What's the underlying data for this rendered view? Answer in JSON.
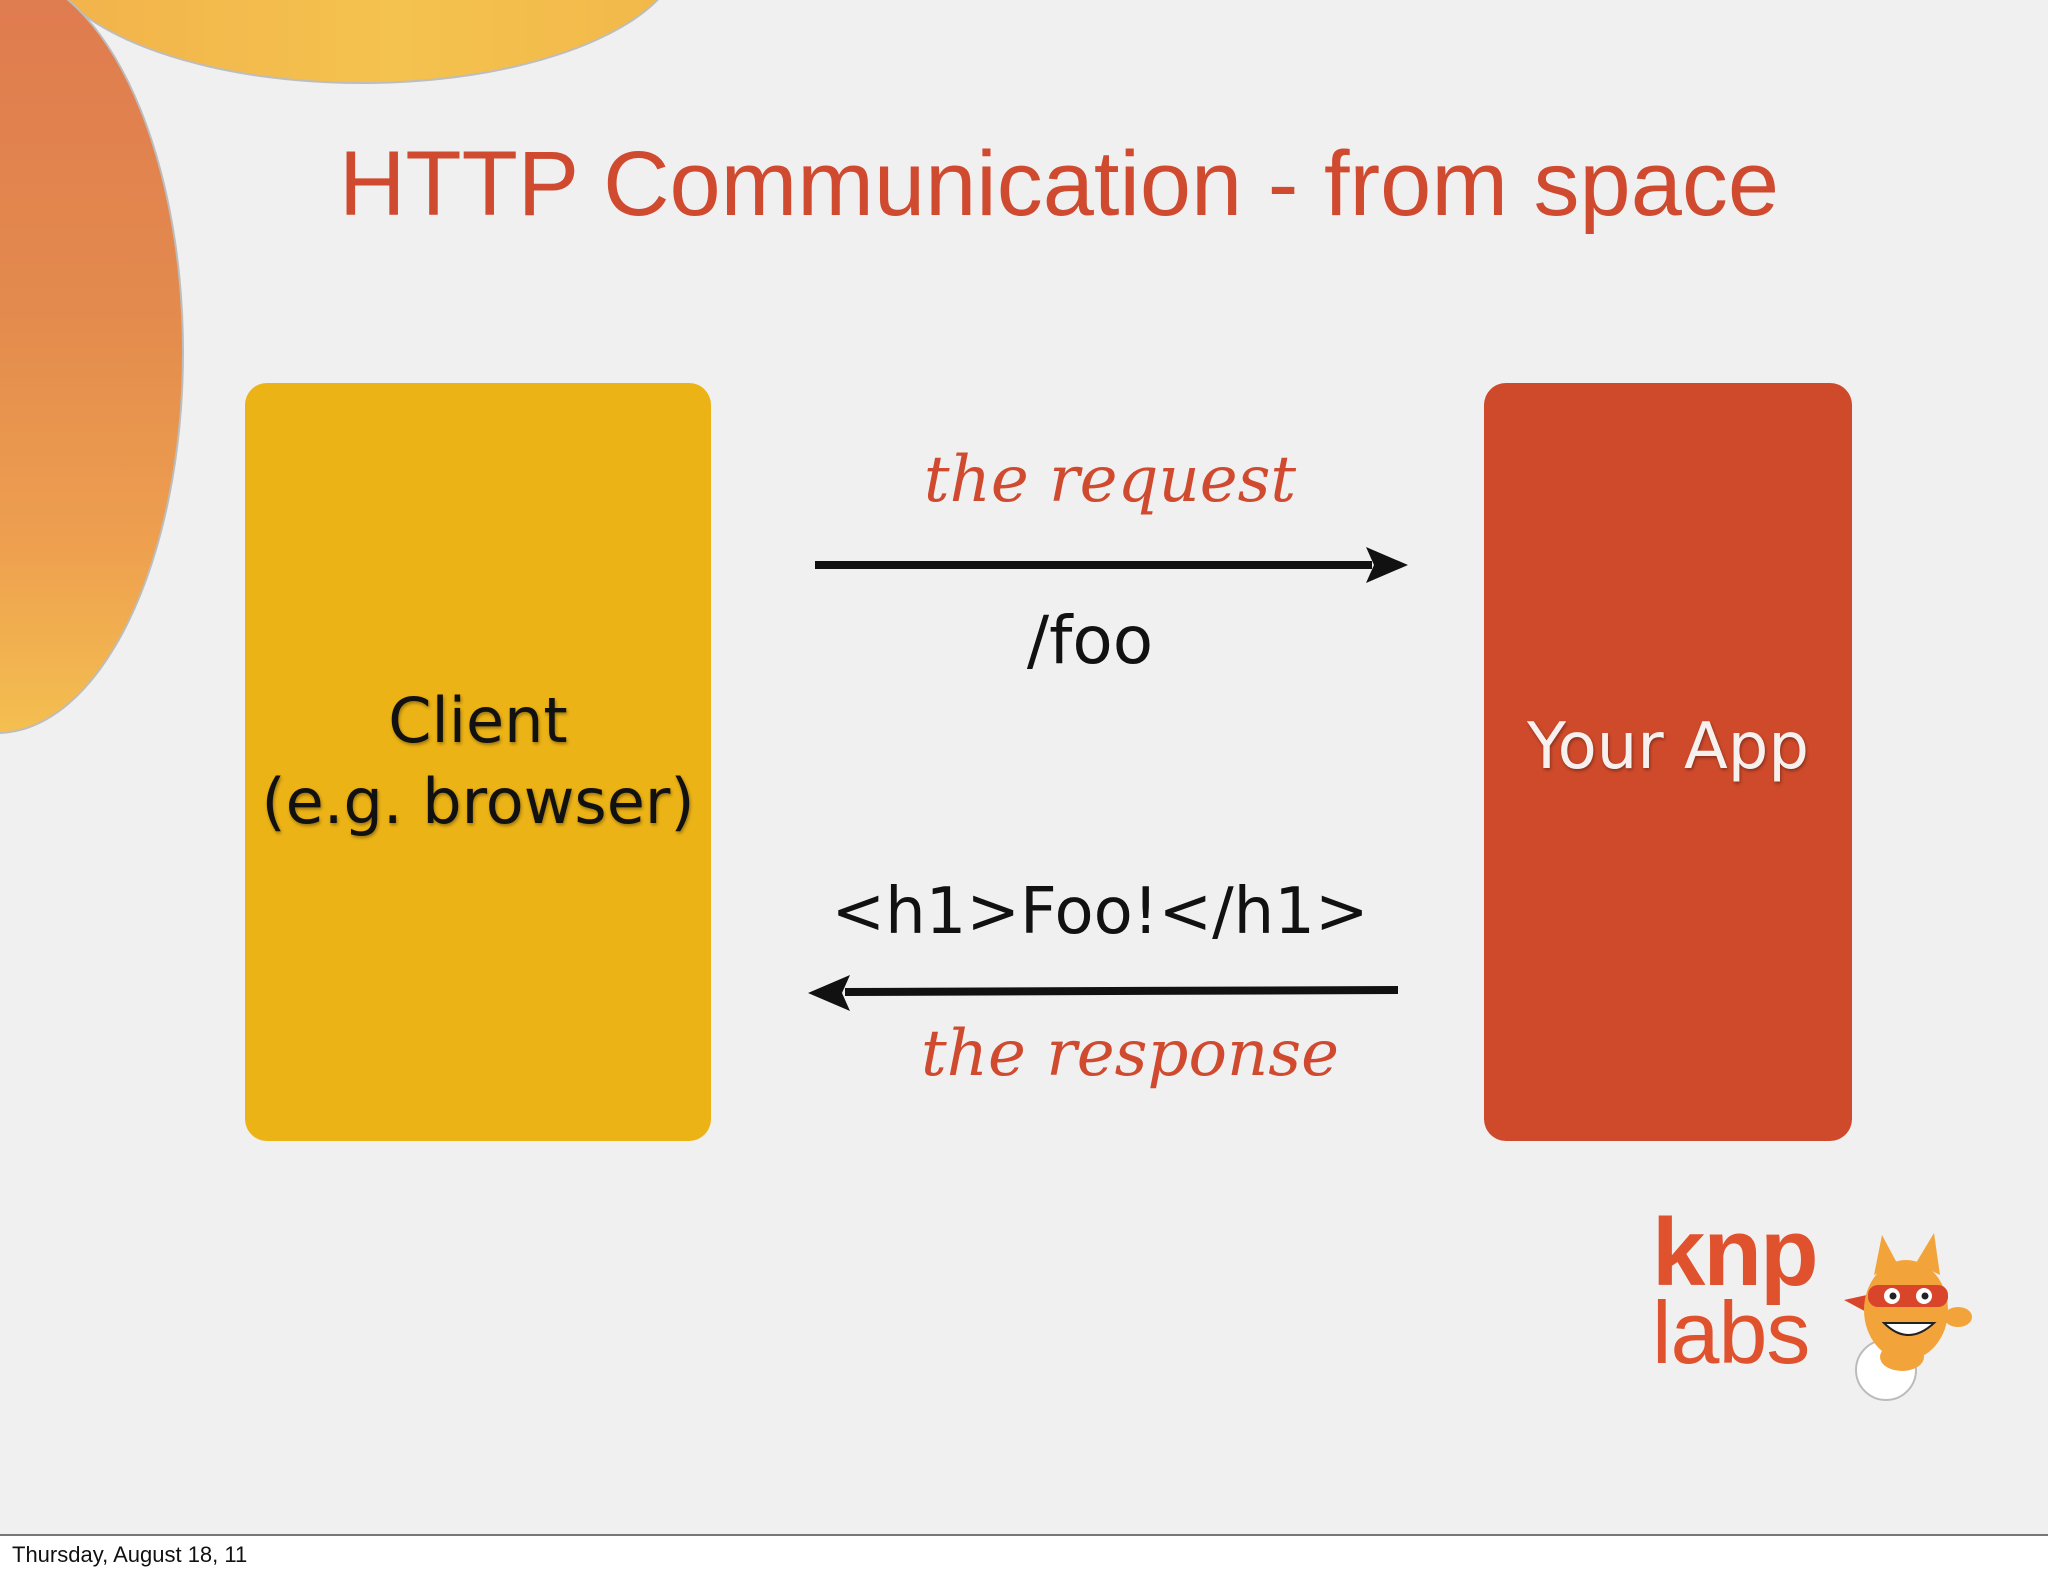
{
  "slide": {
    "title": "HTTP Communication - from space",
    "client_box": {
      "line1": "Client",
      "line2": "(e.g. browser)",
      "color": "#ecb316"
    },
    "app_box": {
      "label": "Your App",
      "color": "#cf4a2b"
    },
    "request": {
      "label": "the request",
      "payload": "/foo"
    },
    "response": {
      "label": "the response",
      "payload": "<h1>Foo!</h1>"
    },
    "logo": {
      "line1": "knp",
      "line2": "labs"
    },
    "accent_color": "#cf4a2f"
  },
  "footer": {
    "date": "Thursday, August 18, 11"
  }
}
